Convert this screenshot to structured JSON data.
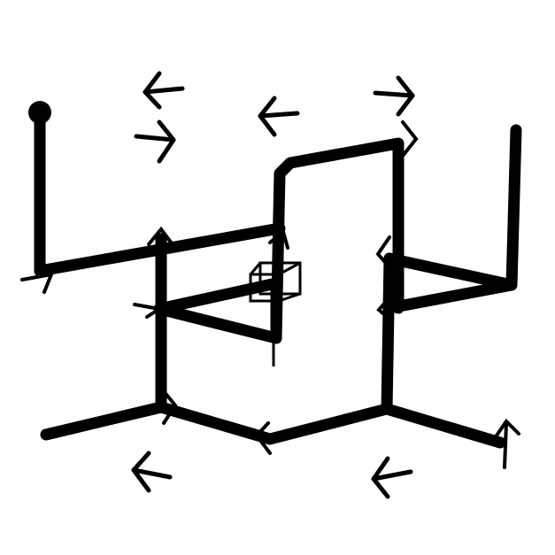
{
  "colors": {
    "background": "#ffffff",
    "ink": "#000000"
  },
  "figure": {
    "kind": "isometric pipe path diagram",
    "endpoint_marker": "filled-dot",
    "junction_marker": "small-cube",
    "direction_arrows": [
      {
        "direction": "left"
      },
      {
        "direction": "right"
      },
      {
        "direction": "left"
      },
      {
        "direction": "right"
      },
      {
        "direction": "left"
      },
      {
        "direction": "left"
      }
    ]
  }
}
